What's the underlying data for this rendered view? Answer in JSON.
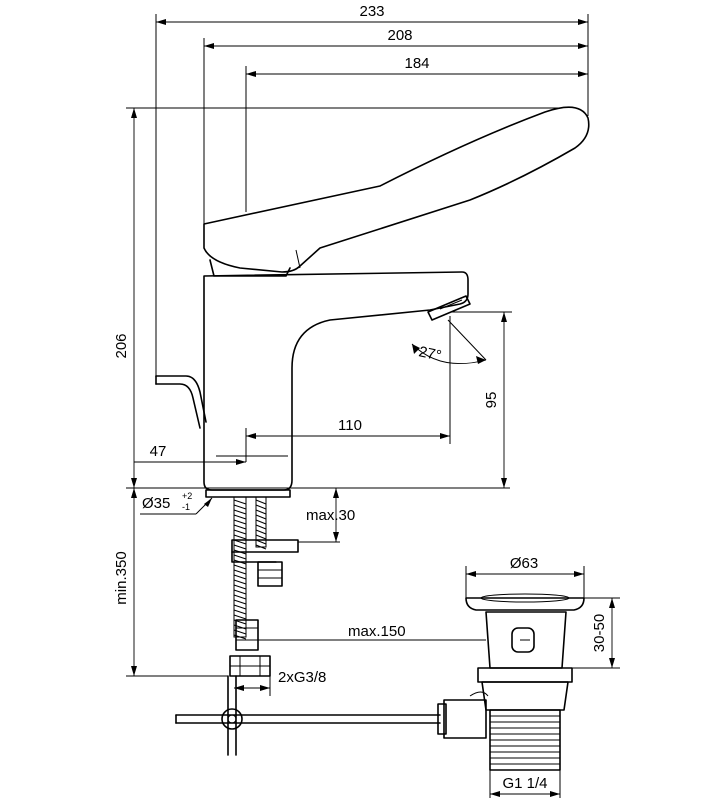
{
  "dimensions": {
    "total_width": "233",
    "handle_reach": "208",
    "lever_reach": "184",
    "total_height": "206",
    "spout_height": "95",
    "spout_projection": "110",
    "base_offset": "47",
    "base_diameter": "Ø35",
    "base_tol_plus": "+2",
    "base_tol_minus": "-1",
    "deck_thickness": "max.30",
    "hose_length": "min.350",
    "hose_flange": "max.150",
    "connections": "2xG3/8",
    "waste_diameter": "Ø63",
    "waste_range": "30-50",
    "waste_thread": "G1 1/4",
    "spray_angle": "27°"
  }
}
